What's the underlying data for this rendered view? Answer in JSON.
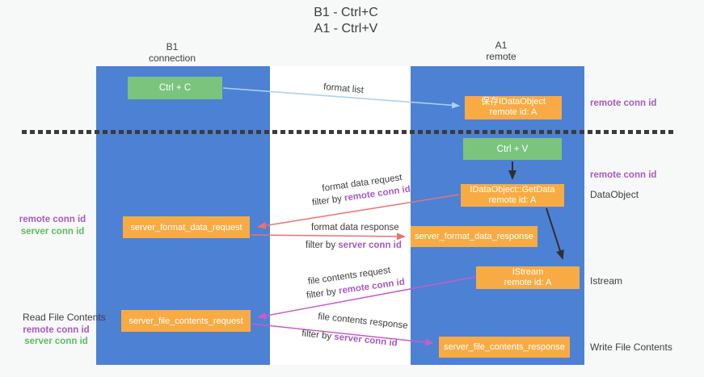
{
  "title": {
    "line1": "B1 - Ctrl+C",
    "line2": "A1 - Ctrl+V"
  },
  "columns": {
    "left": {
      "name": "B1",
      "role": "connection"
    },
    "right": {
      "name": "A1",
      "role": "remote"
    }
  },
  "boxes": {
    "ctrl_c": "Ctrl + C",
    "ctrl_v": "Ctrl + V",
    "save_idataobject": {
      "line1": "保存IDataObject",
      "line2": "remote id: A"
    },
    "getdata": {
      "line1": "IDataObject::GetData",
      "line2": "remote id: A"
    },
    "istream": {
      "line1": "IStream",
      "line2": "remote id: A"
    },
    "format_request": "server_format_data_request",
    "format_response": "server_format_data_response",
    "file_request": "server_file_contents_request",
    "file_response": "server_file_contents_response"
  },
  "right_labels": {
    "remote_conn_top": "remote conn id",
    "remote_conn_mid": "remote conn id",
    "dataobject": "DataObject",
    "istream": "Istream",
    "write_file": "Write File Contents"
  },
  "left_labels": {
    "pair1_remote": "remote conn id",
    "pair1_server": "server conn id",
    "read_file": "Read File Contents",
    "pair2_remote": "remote conn id",
    "pair2_server": "server conn id"
  },
  "flow_labels": {
    "format_list": "format list",
    "format_data_request": {
      "title": "format data request",
      "filter_prefix": "filter by",
      "filter_key": "remote conn id"
    },
    "format_data_response": {
      "title": "format data response",
      "filter_prefix": "filter by",
      "filter_key": "server conn id"
    },
    "file_contents_request": {
      "title": "file contents request",
      "filter_prefix": "filter by",
      "filter_key": "remote conn id"
    },
    "file_contents_response": {
      "title": "file contents response",
      "filter_prefix": "filter by",
      "filter_key": "server conn id"
    }
  },
  "colors": {
    "lane_blue": "#4d81d4",
    "box_orange": "#f8ab44",
    "box_green": "#7bc47d",
    "arrow_red": "#e87373",
    "arrow_magenta": "#c85ccc",
    "arrow_blue": "#a9d2ef",
    "arrow_black": "#2f2f2f",
    "highlight_purple": "#a75abe",
    "highlight_green": "#5dbb63"
  }
}
